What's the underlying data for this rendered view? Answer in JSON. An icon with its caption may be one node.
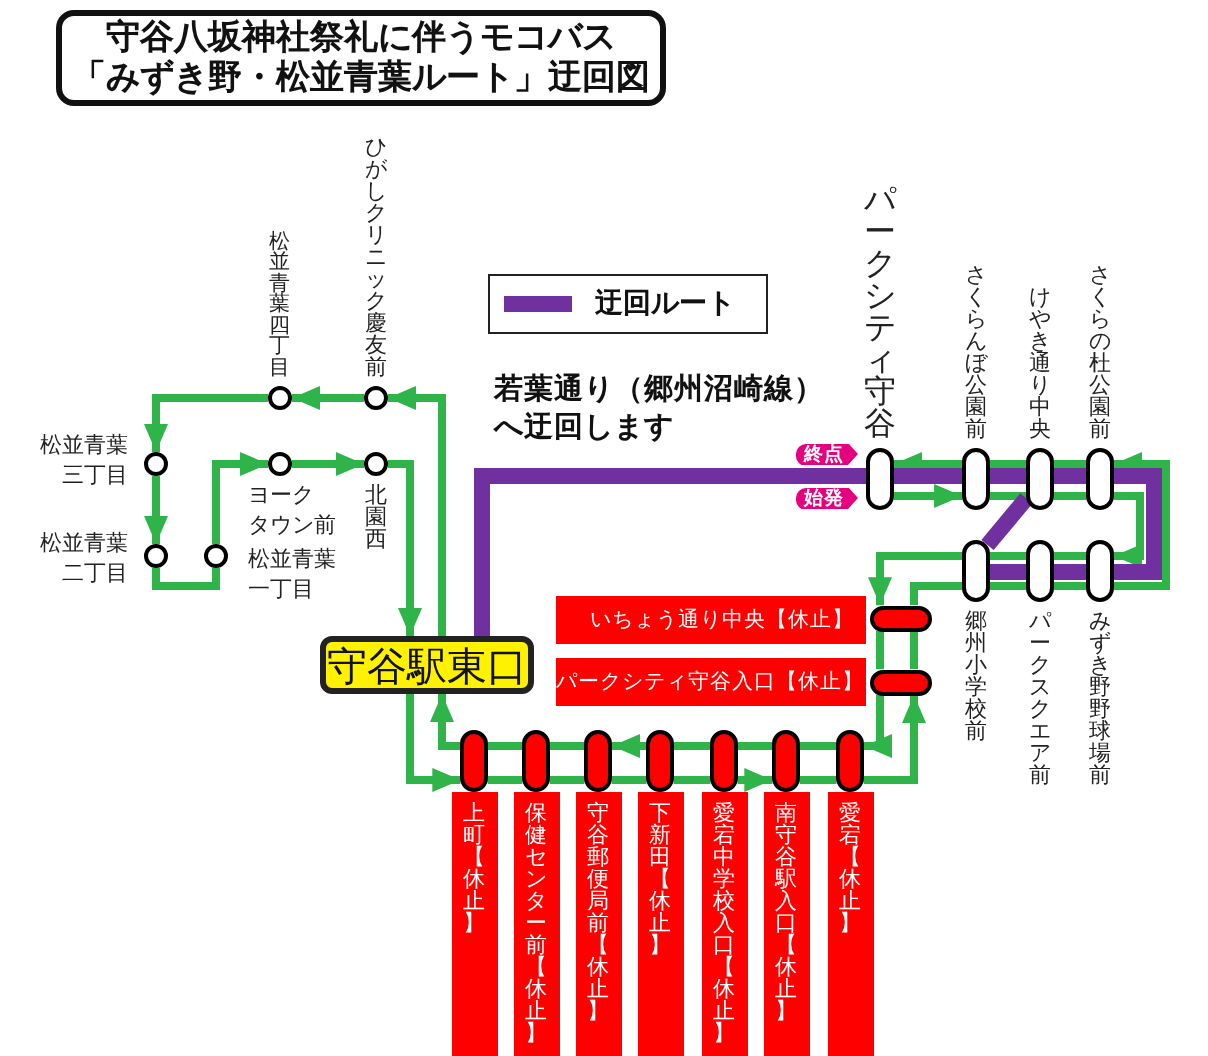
{
  "diagram": {
    "title": "守谷八坂神社祭礼に伴うモコバス「みずき野・松並青葉ルート」迂回図",
    "nodes": [
      {
        "text": [],
        "shape": "circle",
        "beside": [
          "ひがしクリニック慶友前"
        ]
      },
      {
        "text": [],
        "shape": "circle",
        "beside": [
          "松並青葉四丁目"
        ]
      },
      {
        "text": [],
        "shape": "circle",
        "beside": [
          "松並青葉三丁目"
        ]
      },
      {
        "text": [],
        "shape": "circle",
        "beside": [
          "松並青葉二丁目"
        ]
      },
      {
        "text": [],
        "shape": "circle",
        "beside": [
          "松並青葉一丁目"
        ]
      },
      {
        "text": [],
        "shape": "circle",
        "beside": [
          "ヨークタウン前"
        ]
      },
      {
        "text": [],
        "shape": "circle",
        "beside": [
          "北園西"
        ]
      },
      {
        "text": [],
        "shape": "oval",
        "beside": [
          "パークシティ守谷",
          "終点",
          "始発"
        ]
      },
      {
        "text": [],
        "shape": "oval",
        "beside": [
          "さくらんぼ公園前"
        ]
      },
      {
        "text": [],
        "shape": "oval",
        "beside": [
          "けやき通り中央"
        ]
      },
      {
        "text": [],
        "shape": "oval",
        "beside": [
          "さくらの杜公園前"
        ]
      },
      {
        "text": [],
        "shape": "oval",
        "beside": [
          "郷州小学校前"
        ]
      },
      {
        "text": [],
        "shape": "oval",
        "beside": [
          "パークスクエア前"
        ]
      },
      {
        "text": [],
        "shape": "oval",
        "beside": [
          "みずき野野球場前"
        ]
      },
      {
        "text": [
          "守谷駅東口"
        ]
      },
      {
        "text": [
          "いちょう通り中央【休止】"
        ]
      },
      {
        "text": [],
        "shape": "oval"
      },
      {
        "text": [
          "パークシティ守谷入口【休止】"
        ]
      },
      {
        "text": [],
        "shape": "oval"
      },
      {
        "text": [],
        "shape": "oval"
      },
      {
        "text": [],
        "shape": "oval"
      },
      {
        "text": [],
        "shape": "oval"
      },
      {
        "text": [],
        "shape": "oval"
      },
      {
        "text": [],
        "shape": "oval"
      },
      {
        "text": [],
        "shape": "oval"
      },
      {
        "text": [],
        "shape": "oval"
      },
      {
        "text": [
          "上町【休止】"
        ]
      },
      {
        "text": [
          "保健センター前【休止】"
        ]
      },
      {
        "text": [
          "守谷郵便局前【休止】"
        ]
      },
      {
        "text": [
          "下新田【休止】"
        ]
      },
      {
        "text": [
          "愛宕中学校入口【休止】"
        ]
      },
      {
        "text": [
          "南守谷駅入口【休止】"
        ]
      },
      {
        "text": [
          "愛宕【休止】"
        ]
      }
    ],
    "edges": [
      {
        "from": 7,
        "to": 8,
        "arrow": "to"
      },
      {
        "from": 8,
        "to": 9,
        "arrow": "none"
      },
      {
        "from": 9,
        "to": 10,
        "arrow": "none"
      },
      {
        "from": 10,
        "to": 13,
        "arrow": "to"
      },
      {
        "from": 13,
        "to": 12,
        "arrow": "none"
      },
      {
        "from": 12,
        "to": 11,
        "arrow": "none"
      },
      {
        "from": 11,
        "to": 16,
        "arrow": "to"
      },
      {
        "from": 16,
        "to": 18,
        "arrow": "none"
      },
      {
        "from": 18,
        "to": 25,
        "arrow": "to"
      },
      {
        "from": 25,
        "to": 24,
        "arrow": "none"
      },
      {
        "from": 24,
        "to": 23,
        "arrow": "none"
      },
      {
        "from": 23,
        "to": 22,
        "arrow": "none"
      },
      {
        "from": 22,
        "to": 21,
        "arrow": "to"
      },
      {
        "from": 21,
        "to": 20,
        "arrow": "none"
      },
      {
        "from": 20,
        "to": 19,
        "arrow": "none"
      },
      {
        "from": 19,
        "to": 14,
        "arrow": "to"
      },
      {
        "from": 14,
        "to": 0,
        "arrow": "to"
      },
      {
        "from": 0,
        "to": 1,
        "arrow": "to"
      },
      {
        "from": 1,
        "to": 2,
        "arrow": "to"
      },
      {
        "from": 2,
        "to": 3,
        "arrow": "to"
      },
      {
        "from": 3,
        "to": 4,
        "arrow": "none"
      },
      {
        "from": 4,
        "to": 5,
        "arrow": "to"
      },
      {
        "from": 5,
        "to": 6,
        "arrow": "to"
      },
      {
        "from": 6,
        "to": 14,
        "arrow": "to"
      },
      {
        "from": 14,
        "to": 19,
        "arrow": "to"
      },
      {
        "from": 19,
        "to": 20,
        "arrow": "none"
      },
      {
        "from": 20,
        "to": 21,
        "arrow": "none"
      },
      {
        "from": 21,
        "to": 22,
        "arrow": "none"
      },
      {
        "from": 22,
        "to": 23,
        "arrow": "none"
      },
      {
        "from": 23,
        "to": 24,
        "arrow": "to"
      },
      {
        "from": 24,
        "to": 25,
        "arrow": "none"
      },
      {
        "from": 25,
        "to": 18,
        "arrow": "to"
      },
      {
        "from": 18,
        "to": 16,
        "arrow": "none"
      },
      {
        "from": 16,
        "to": 11,
        "arrow": "none"
      },
      {
        "from": 11,
        "to": 12,
        "arrow": "none"
      },
      {
        "from": 12,
        "to": 13,
        "arrow": "none"
      },
      {
        "from": 13,
        "to": 10,
        "arrow": "to"
      },
      {
        "from": 10,
        "to": 9,
        "arrow": "none"
      },
      {
        "from": 9,
        "to": 8,
        "arrow": "none"
      },
      {
        "from": 8,
        "to": 7,
        "arrow": "to"
      },
      {
        "from": 14,
        "to": 7,
        "arrow": "none",
        "style": "thick",
        "color": "#7030a0"
      },
      {
        "from": 7,
        "to": 8,
        "arrow": "none",
        "style": "thick",
        "color": "#7030a0"
      },
      {
        "from": 8,
        "to": 9,
        "arrow": "none",
        "style": "thick",
        "color": "#7030a0"
      },
      {
        "from": 9,
        "to": 10,
        "arrow": "none",
        "style": "thick",
        "color": "#7030a0"
      },
      {
        "from": 10,
        "to": 13,
        "arrow": "none",
        "style": "thick",
        "color": "#7030a0"
      },
      {
        "from": 13,
        "to": 12,
        "arrow": "none",
        "style": "thick",
        "color": "#7030a0"
      },
      {
        "from": 12,
        "to": 11,
        "arrow": "none",
        "style": "thick",
        "color": "#7030a0"
      },
      {
        "from": 11,
        "to": 9,
        "arrow": "none",
        "style": "thick",
        "color": "#7030a0"
      }
    ],
    "labels": [
      "若葉通り（郷州沼崎線）へ迂回します"
    ],
    "legend": [
      {
        "text": "迂回ルート",
        "color": "#7030a0"
      }
    ]
  }
}
